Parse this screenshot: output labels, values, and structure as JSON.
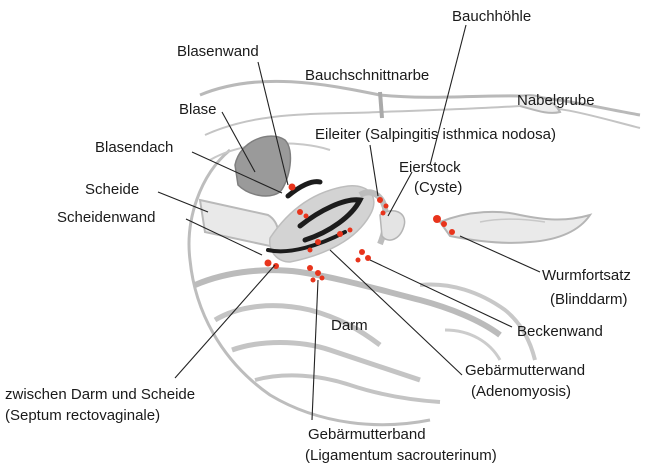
{
  "labels": {
    "bauchhoehle": "Bauchhöhle",
    "blasenwand": "Blasenwand",
    "bauchschnittnarbe": "Bauchschnittnarbe",
    "nabelgrube": "Nabelgrube",
    "blase": "Blase",
    "eileiter": "Eileiter (Salpingitis isthmica nodosa)",
    "blasendach": "Blasendach",
    "eierstock_1": "Eierstock",
    "eierstock_2": "(Cyste)",
    "scheide": "Scheide",
    "scheidenwand": "Scheidenwand",
    "wurmfortsatz_1": "Wurmfortsatz",
    "wurmfortsatz_2": "(Blinddarm)",
    "darm": "Darm",
    "beckenwand": "Beckenwand",
    "gebaermutterwand_1": "Gebärmutterwand",
    "gebaermutterwand_2": "(Adenomyosis)",
    "septum_1": "zwischen Darm und Scheide",
    "septum_2": "(Septum rectovaginale)",
    "gebaermutterband_1": "Gebärmutterband",
    "gebaermutterband_2": "(Ligamentum sacrouterinum)"
  },
  "colors": {
    "outline": "#b9b9b9",
    "organ_fill": "#e9e9e9",
    "bladder_fill": "#9a9a9a",
    "uterus_wall": "#1c1c1c",
    "lesion": "#e8341c",
    "leader": "#222222",
    "text": "#1a1a1a"
  }
}
